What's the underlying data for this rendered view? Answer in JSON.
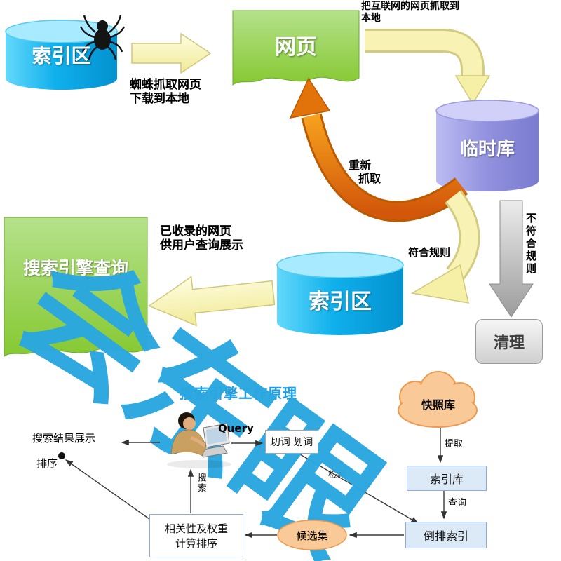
{
  "watermark": {
    "text": "会东眼"
  },
  "top": {
    "index_db_left": "索引区",
    "crawl_note": {
      "line1": "蜘蛛抓取网页",
      "line2": "下载到本地"
    },
    "webpage": "网页",
    "fetch_note": {
      "line1": "把互联网的网页抓取到",
      "line2": "本地"
    },
    "temp_db": "临时库",
    "recrawl_note": {
      "line1": "重新",
      "line2": "抓取"
    },
    "rule_pass": "符合规则",
    "rule_fail": "不符合规则",
    "cleanup": "清理",
    "index_db_center": "索引区",
    "query_note": {
      "line1": "已收录的网页",
      "line2": "供用户查询展示"
    },
    "query_page": "搜索引擎查询"
  },
  "bottom": {
    "heading": "搜索引擎工作原理",
    "query": "Query",
    "segmentation": "切词 划词",
    "snapshot": "快照库",
    "extract": "提取",
    "index_store": "索引库",
    "lookup": "查询",
    "inverted_index": "倒排索引",
    "retrieve": "检索",
    "candidates": "候选集",
    "ranking": {
      "line1": "相关性及权重",
      "line2": "计算排序"
    },
    "search": "搜索",
    "results": {
      "line1": "搜索结果展示",
      "line2": "排序"
    }
  },
  "colors": {
    "watermark_blue": "#2AA7E0",
    "cylinder_cyan": "#0FB0EC",
    "cylinder_purple": "#9191DE",
    "page_green": "#8CC63F",
    "arrow_yellow": "#F5EFA5",
    "arrow_orange": "#E87511",
    "arrow_gray": "#BFBFBF",
    "cloud_orange": "#F9C997",
    "box_blue": "#DCE9F7"
  }
}
